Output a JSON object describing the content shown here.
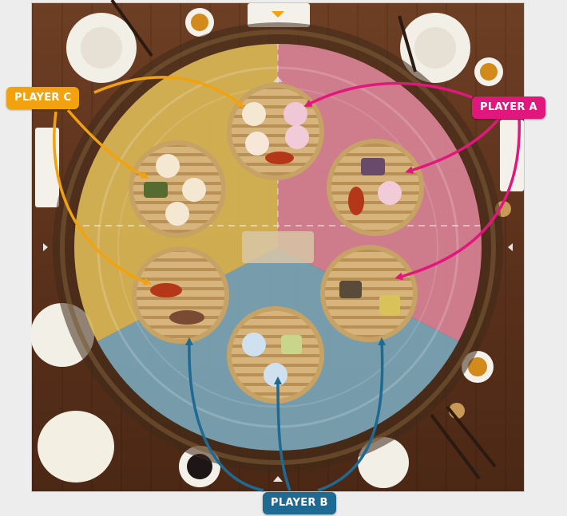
{
  "labels": {
    "player_a": "PLAYER A",
    "player_b": "PLAYER B",
    "player_c": "PLAYER C"
  },
  "colors": {
    "player_a": "#e2177e",
    "player_b": "#1f6a93",
    "player_c": "#f2a20f",
    "table_wood": "#5c321c",
    "zone_pink": "#e58aa0",
    "zone_blue": "#7fb0c6",
    "zone_yellow": "#e6c35a"
  },
  "icons": {
    "top_marker": "triangle-down-icon",
    "side_markers": "triangle-icon",
    "arrows": "curved-arrow-icon"
  }
}
